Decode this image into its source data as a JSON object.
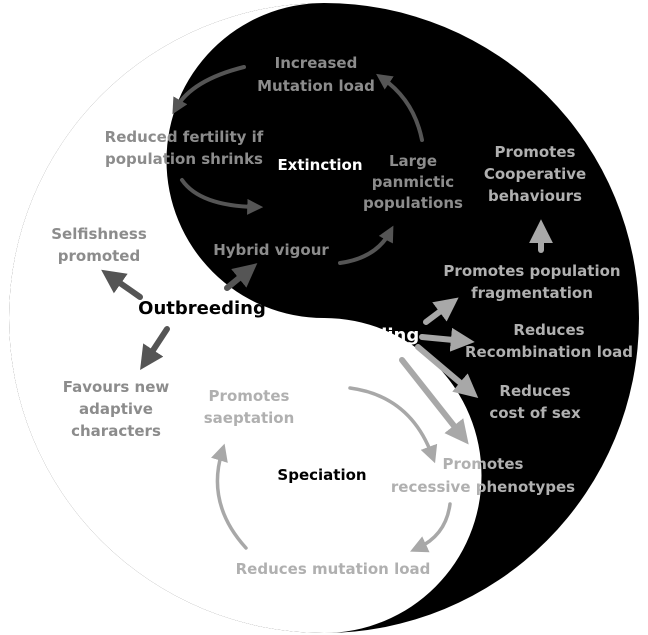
{
  "colors": {
    "yang": "#ffffff",
    "yin": "#000000",
    "text_on_white": "#8c8c8c",
    "text_on_black": "#b0b0b0",
    "arrow_dark": "#555555",
    "arrow_light": "#a8a8a8"
  },
  "circles": {
    "top": "Extinction",
    "bottom": "Speciation"
  },
  "hubs": {
    "outbreeding": "Outbreeding",
    "inbreeding": "Inbreeding"
  },
  "outbreeding_side": {
    "increased_mutation_load": [
      "Increased",
      "Mutation load"
    ],
    "reduced_fertility": [
      "Reduced fertility if",
      "population shrinks"
    ],
    "large_panmictic": [
      "Large",
      "panmictic",
      "populations"
    ],
    "selfishness": [
      "Selfishness",
      "promoted"
    ],
    "hybrid_vigour": [
      "Hybrid vigour"
    ],
    "favours_new": [
      "Favours new",
      "adaptive",
      "characters"
    ]
  },
  "inbreeding_side": {
    "cooperative": [
      "Promotes",
      "Cooperative",
      "behaviours"
    ],
    "fragmentation": [
      "Promotes population",
      "fragmentation"
    ],
    "recombination": [
      "Reduces",
      "Recombination load"
    ],
    "cost_of_sex": [
      "Reduces",
      "cost of sex"
    ],
    "saeptation": [
      "Promotes",
      "saeptation"
    ],
    "recessive": [
      "Promotes",
      "recessive phenotypes"
    ],
    "mutation_load": [
      "Reduces mutation load"
    ]
  }
}
